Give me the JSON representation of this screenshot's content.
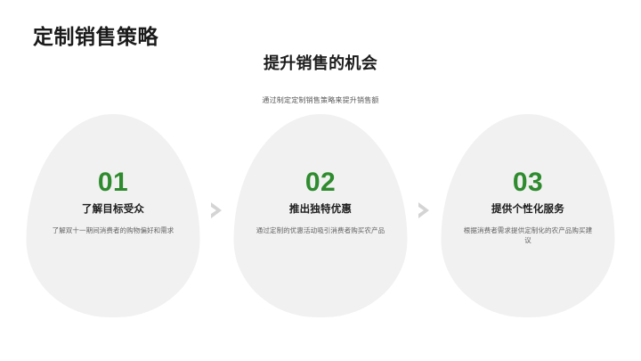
{
  "slide": {
    "title": "定制销售策略",
    "heading": "提升销售的机会",
    "subtitle": "通过制定定制销售策略来提升销售额",
    "background_color": "#ffffff"
  },
  "theme": {
    "accent_green": "#2E8B2E",
    "blob_fill": "#f1f1f1",
    "arrow_gray": "#d4d4d4",
    "title_color": "#1a1a1a",
    "body_color": "#626262"
  },
  "steps": [
    {
      "number": "01",
      "title": "了解目标受众",
      "description": "了解双十一期间消费者的购物偏好和需求"
    },
    {
      "number": "02",
      "title": "推出独特优惠",
      "description": "通过定制的优惠活动吸引消费者购买农产品"
    },
    {
      "number": "03",
      "title": "提供个性化服务",
      "description": "根据消费者需求提供定制化的农产品购买建议"
    }
  ],
  "connectors": [
    {
      "icon": "chevron-right-icon"
    },
    {
      "icon": "chevron-right-icon"
    }
  ]
}
